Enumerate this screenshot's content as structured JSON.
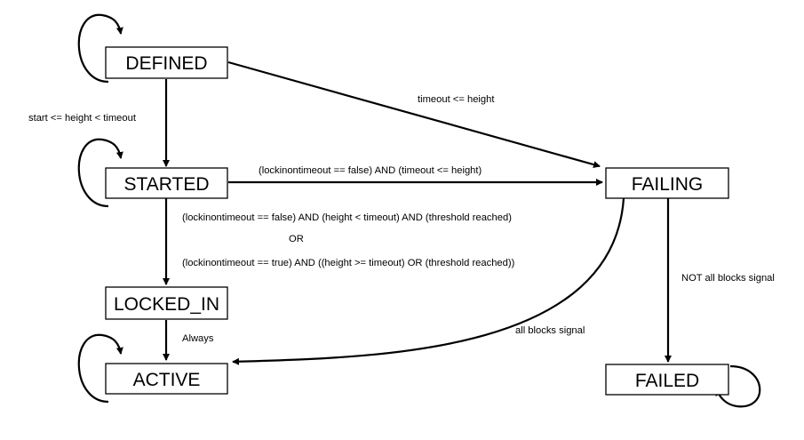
{
  "states": {
    "defined": "DEFINED",
    "started": "STARTED",
    "locked_in": "LOCKED_IN",
    "active": "ACTIVE",
    "failing": "FAILING",
    "failed": "FAILED"
  },
  "transitions": {
    "defined_to_started": "start <= height < timeout",
    "defined_to_failing": "timeout <= height",
    "started_to_failing": "(lockinontimeout == false) AND (timeout <= height)",
    "started_to_locked_in": [
      "(lockinontimeout == false) AND (height < timeout) AND (threshold reached)",
      "OR",
      "(lockinontimeout == true) AND ((height >= timeout) OR (threshold reached))"
    ],
    "locked_in_to_active": "Always",
    "failing_to_active": "all blocks signal",
    "failing_to_failed": "NOT all blocks signal"
  }
}
